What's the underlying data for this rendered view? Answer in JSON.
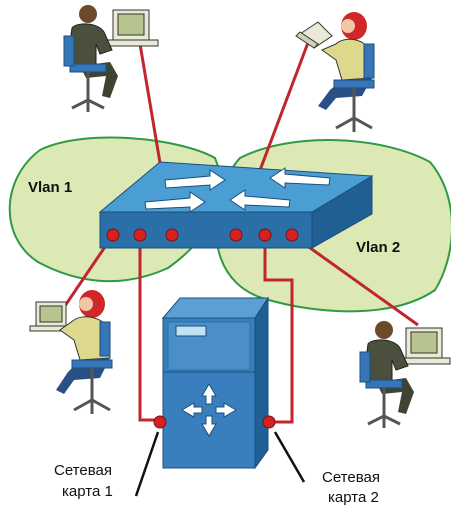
{
  "vlans": [
    {
      "label": "Vlan 1"
    },
    {
      "label": "Vlan 2"
    }
  ],
  "nic_labels": [
    {
      "line1": "Сетевая",
      "line2": "карта 1"
    },
    {
      "line1": "Сетевая",
      "line2": "карта 2"
    }
  ],
  "colors": {
    "vlan_fill": "#dce9b4",
    "vlan_stroke": "#2e9a45",
    "switch_top": "#4a9ed3",
    "switch_side": "#2a6fa8",
    "server_body": "#3a7fbd",
    "cable": "#c0262b",
    "port": "#d42222"
  },
  "icons": {
    "switch": "network-switch-icon",
    "server": "router-server-icon",
    "workstation": "user-at-computer-icon"
  }
}
